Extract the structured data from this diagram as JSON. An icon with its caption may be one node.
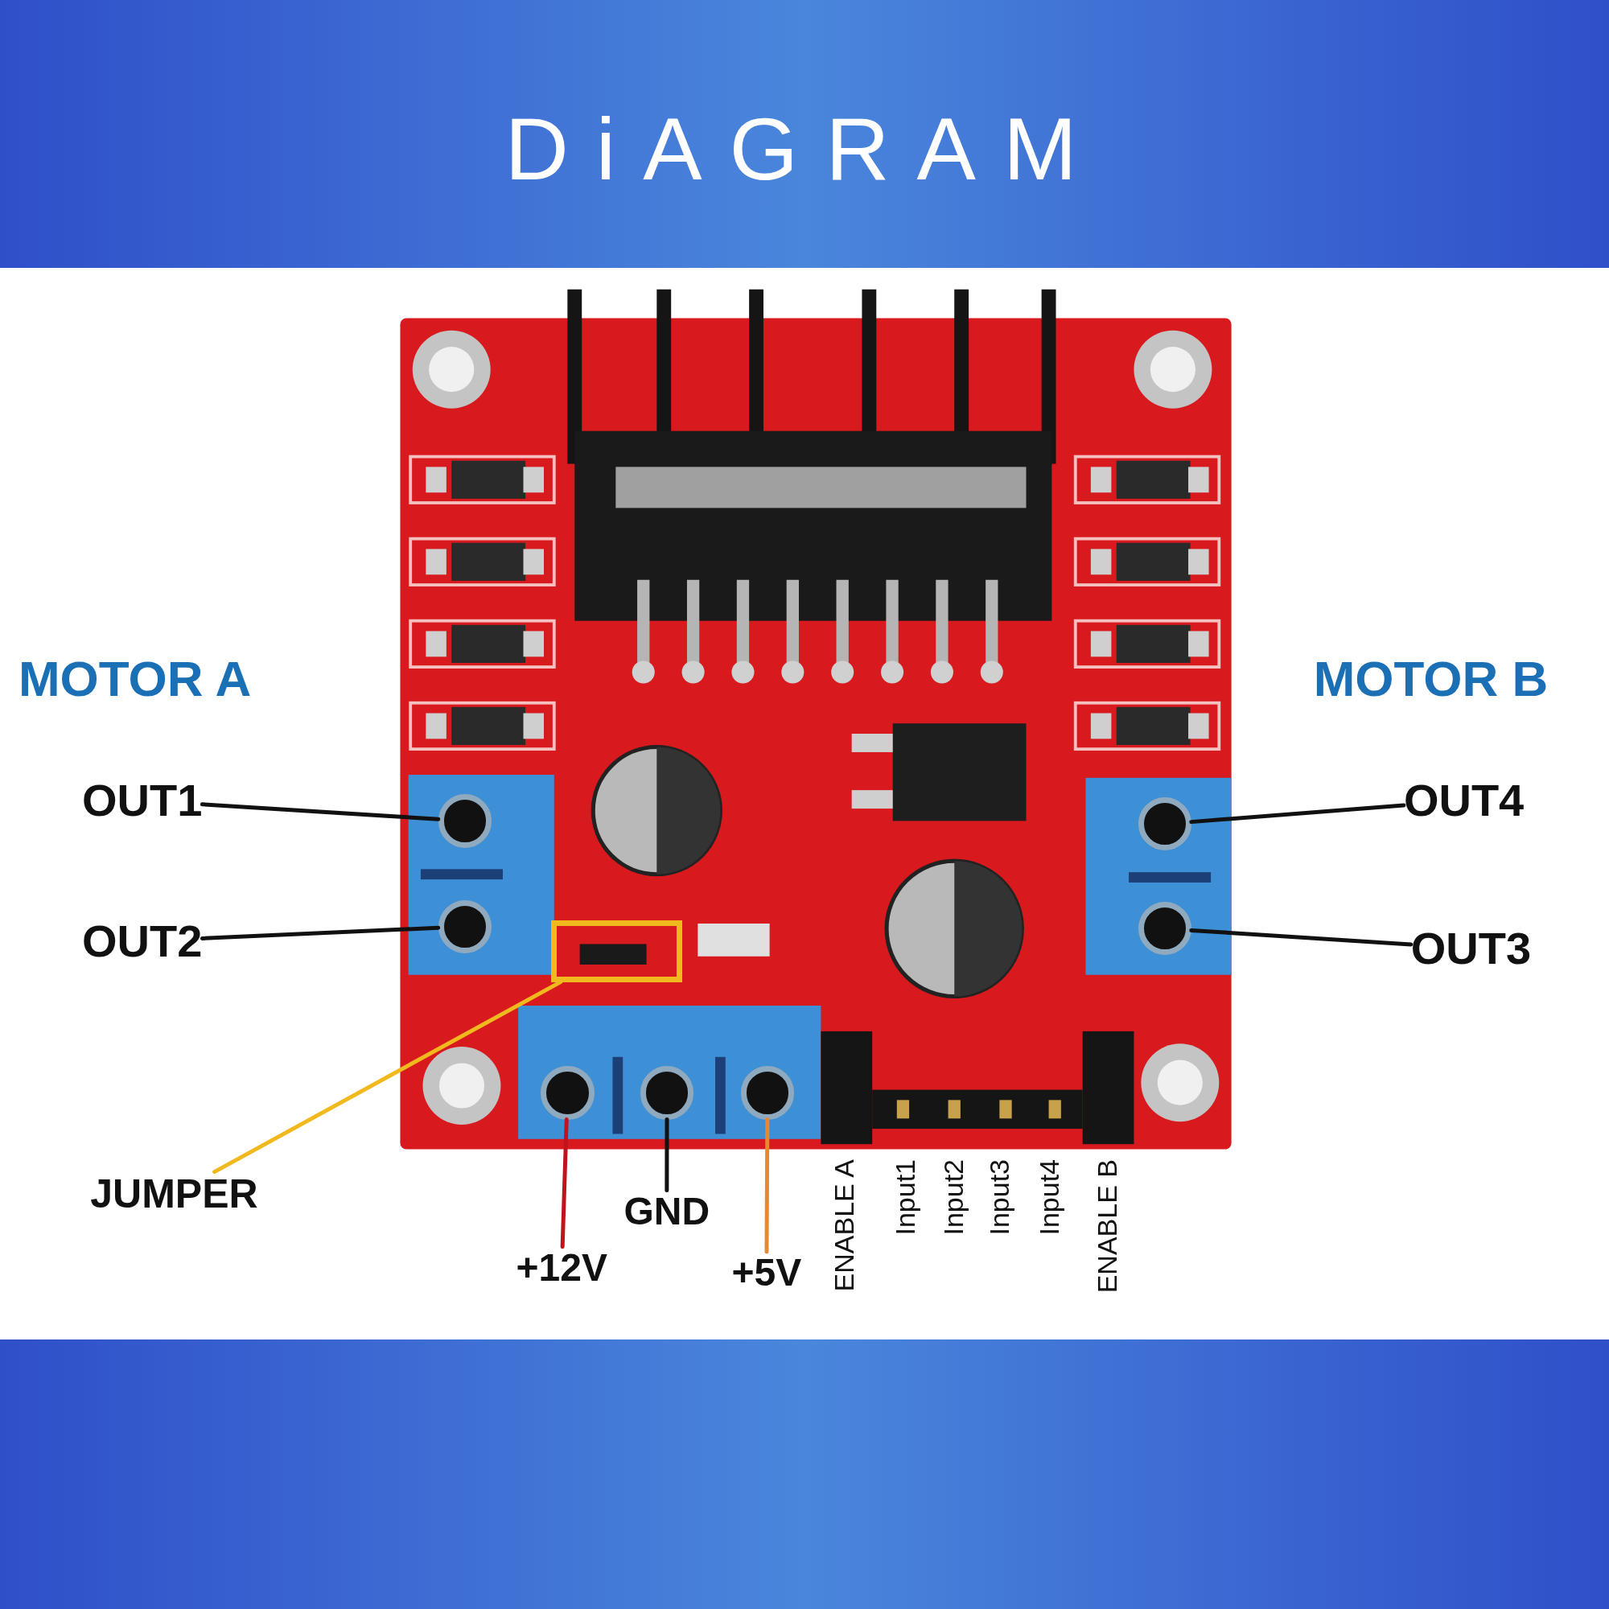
{
  "diagram": {
    "title": "DiAGRAM",
    "nodes": [
      {
        "text": [
          "OUT1"
        ]
      },
      {
        "text": [],
        "shape": "circle"
      },
      {
        "text": [
          "OUT4"
        ]
      },
      {
        "text": [],
        "shape": "circle"
      },
      {
        "text": [
          "OUT2"
        ]
      },
      {
        "text": [],
        "shape": "circle"
      },
      {
        "text": [
          "OUT3"
        ]
      },
      {
        "text": [],
        "shape": "circle"
      },
      {
        "text": [],
        "shape": "box"
      },
      {
        "text": [
          "JUMPER"
        ]
      },
      {
        "text": [],
        "shape": "circle"
      },
      {
        "text": [],
        "shape": "circle"
      },
      {
        "text": [],
        "shape": "circle"
      },
      {
        "text": [
          "GND"
        ]
      },
      {
        "text": [
          "+12V"
        ]
      },
      {
        "text": [
          "+5V"
        ]
      }
    ],
    "edges": [
      {
        "from": 0,
        "to": 1,
        "arrow": "none"
      },
      {
        "from": 2,
        "to": 3,
        "arrow": "none"
      },
      {
        "from": 4,
        "to": 5,
        "arrow": "none"
      },
      {
        "from": 6,
        "to": 7,
        "arrow": "none"
      },
      {
        "from": 9,
        "to": 8,
        "arrow": "none",
        "color": "#f2b91e"
      },
      {
        "from": 13,
        "to": 11,
        "arrow": "none"
      },
      {
        "from": 14,
        "to": 10,
        "arrow": "none",
        "color": "#c0141c"
      },
      {
        "from": 15,
        "to": 12,
        "arrow": "none",
        "color": "#e8892f"
      }
    ],
    "labels": [
      "MOTOR A",
      "MOTOR B",
      "ENABLE A",
      "Input1",
      "Input2",
      "Input3",
      "Input4",
      "ENABLE B"
    ]
  }
}
